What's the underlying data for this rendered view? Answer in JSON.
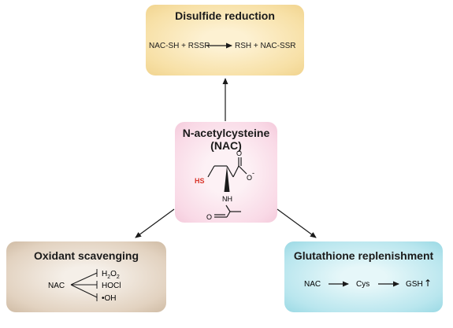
{
  "disulfide": {
    "title": "Disulfide reduction",
    "left": "NAC-SH + RSSR",
    "right": "RSH + NAC-SSR"
  },
  "nac": {
    "title_line1": "N-acetylcysteine",
    "title_line2": "(NAC)",
    "atom_hs": "HS",
    "atom_o": "O",
    "atom_charge": "-",
    "atom_nh": "NH"
  },
  "oxidant": {
    "title": "Oxidant scavenging",
    "source": "NAC",
    "products": [
      "H2O2",
      "HOCl",
      "•OH"
    ]
  },
  "glutathione": {
    "title": "Glutathione replenishment",
    "steps": [
      "NAC",
      "Cys",
      "GSH"
    ],
    "indicator": "↑"
  },
  "colors": {
    "thiol_highlight": "#d9362b",
    "disulfide_box": "#f7e0a6",
    "nac_box": "#f9d9e6",
    "oxidant_box": "#e2d2c0",
    "glutathione_box": "#b9e6ee"
  }
}
